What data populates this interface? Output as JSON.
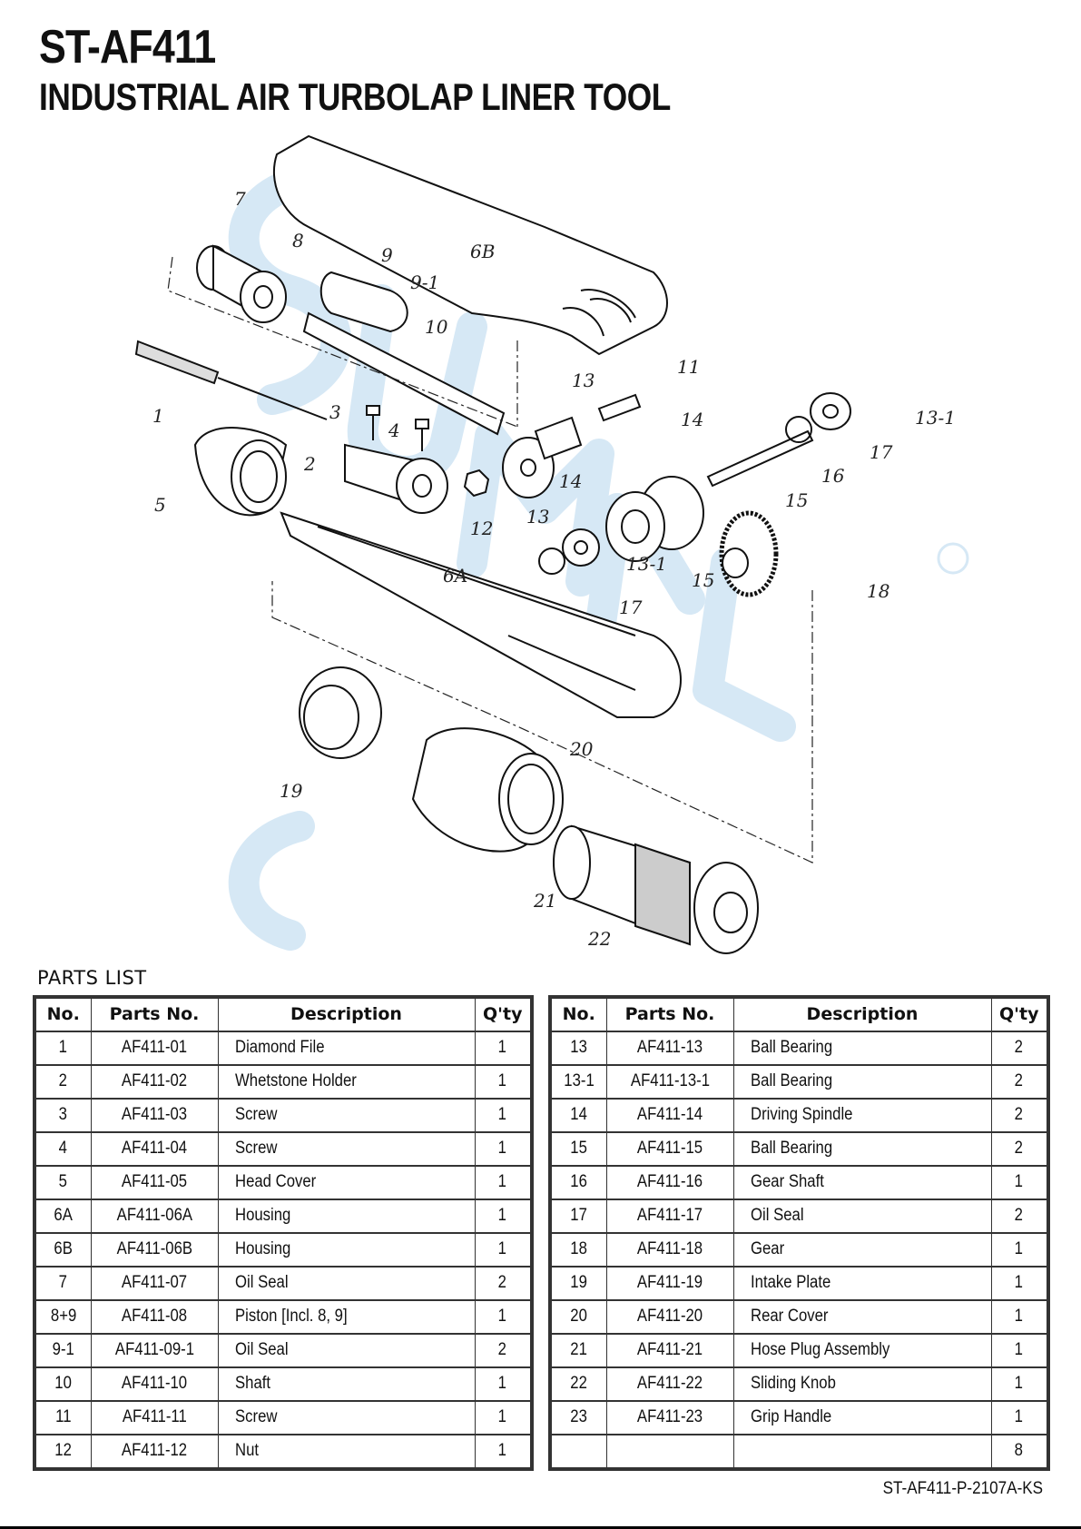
{
  "header": {
    "model": "ST-AF411",
    "product_name": "INDUSTRIAL AIR TURBOLAP LINER TOOL"
  },
  "diagram": {
    "watermark": "SUMAKE",
    "watermark_color": "#cfe4f3",
    "callouts": [
      "7",
      "8",
      "9",
      "9-1",
      "6B",
      "10",
      "13",
      "11",
      "14",
      "13-1",
      "17",
      "16",
      "15",
      "1",
      "3",
      "4",
      "2",
      "14",
      "12",
      "13",
      "5",
      "13-1",
      "15",
      "17",
      "18",
      "6A",
      "19",
      "20",
      "21",
      "22"
    ]
  },
  "parts_list": {
    "heading": "PARTS LIST",
    "columns": [
      "No.",
      "Parts No.",
      "Description",
      "Q'ty"
    ],
    "left_rows": [
      [
        "1",
        "AF411-01",
        "Diamond File",
        "1"
      ],
      [
        "2",
        "AF411-02",
        "Whetstone Holder",
        "1"
      ],
      [
        "3",
        "AF411-03",
        "Screw",
        "1"
      ],
      [
        "4",
        "AF411-04",
        "Screw",
        "1"
      ],
      [
        "5",
        "AF411-05",
        "Head Cover",
        "1"
      ],
      [
        "6A",
        "AF411-06A",
        "Housing",
        "1"
      ],
      [
        "6B",
        "AF411-06B",
        "Housing",
        "1"
      ],
      [
        "7",
        "AF411-07",
        "Oil Seal",
        "2"
      ],
      [
        "8+9",
        "AF411-08",
        "Piston [Incl. 8, 9]",
        "1"
      ],
      [
        "9-1",
        "AF411-09-1",
        "Oil Seal",
        "2"
      ],
      [
        "10",
        "AF411-10",
        "Shaft",
        "1"
      ],
      [
        "11",
        "AF411-11",
        "Screw",
        "1"
      ],
      [
        "12",
        "AF411-12",
        "Nut",
        "1"
      ]
    ],
    "right_rows": [
      [
        "13",
        "AF411-13",
        "Ball Bearing",
        "2"
      ],
      [
        "13-1",
        "AF411-13-1",
        "Ball Bearing",
        "2"
      ],
      [
        "14",
        "AF411-14",
        "Driving Spindle",
        "2"
      ],
      [
        "15",
        "AF411-15",
        "Ball Bearing",
        "2"
      ],
      [
        "16",
        "AF411-16",
        "Gear Shaft",
        "1"
      ],
      [
        "17",
        "AF411-17",
        "Oil Seal",
        "2"
      ],
      [
        "18",
        "AF411-18",
        "Gear",
        "1"
      ],
      [
        "19",
        "AF411-19",
        "Intake Plate",
        "1"
      ],
      [
        "20",
        "AF411-20",
        "Rear Cover",
        "1"
      ],
      [
        "21",
        "AF411-21",
        "Hose Plug Assembly",
        "1"
      ],
      [
        "22",
        "AF411-22",
        "Sliding Knob",
        "1"
      ],
      [
        "23",
        "AF411-23",
        "Grip Handle",
        "1"
      ],
      [
        "",
        "",
        "",
        "8"
      ]
    ]
  },
  "footer": {
    "doc_code": "ST-AF411-P-2107A-KS"
  }
}
